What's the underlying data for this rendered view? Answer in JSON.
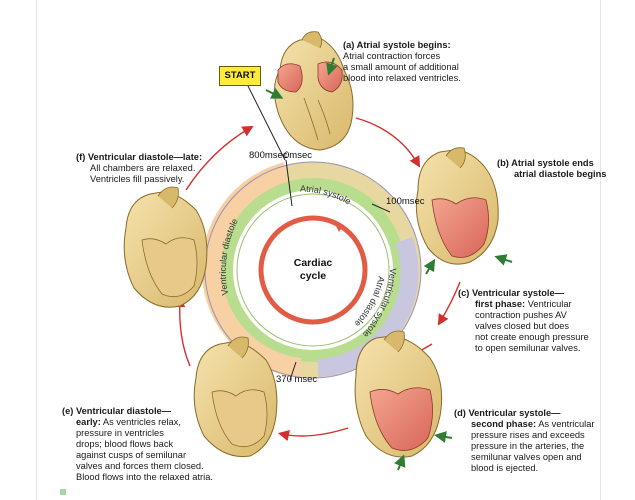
{
  "start_label": "START",
  "captions": {
    "a": {
      "head": "(a) Atrial systole begins:",
      "body": [
        "Atrial contraction forces",
        "a small amount of additional",
        "blood into relaxed ventricles."
      ]
    },
    "b": {
      "head": [
        "(b) Atrial systole ends",
        "atrial diastole begins"
      ]
    },
    "c": {
      "head": "(c) Ventricular systole—",
      "head2": "first phase:",
      "body": [
        "Ventricular",
        "contraction pushes AV",
        "valves closed but does",
        "not create enough pressure",
        "to open semilunar valves."
      ]
    },
    "d": {
      "head": "(d) Ventricular systole—",
      "head2": "second phase:",
      "body": [
        "As ventricular",
        "pressure rises and exceeds",
        "pressure in the arteries, the",
        "semilunar valves open and",
        "blood is ejected."
      ]
    },
    "e": {
      "head": "(e) Ventricular diastole—",
      "head2": "early:",
      "body": [
        "As ventricles relax,",
        "pressure in ventricles",
        "drops; blood flows back",
        "against cusps of semilunar",
        "valves and forces them closed.",
        "Blood flows into the relaxed atria."
      ]
    },
    "f": {
      "head": "(f) Ventricular diastole—late:",
      "body": [
        "All chambers are relaxed.",
        "Ventricles fill passively."
      ]
    }
  },
  "ticks": {
    "t800": [
      "800",
      "msec"
    ],
    "t0": [
      "0",
      "msec"
    ],
    "t100": [
      "100",
      "msec"
    ],
    "t370": "370 msec"
  },
  "ring": {
    "center_label": [
      "Cardiac",
      "cycle"
    ],
    "atrial_systole": "Atrial systole",
    "atrial_diastole": "Atrial diastole",
    "ventricular_systole": "Ventricular systole",
    "ventricular_diastole": "Ventricular diastole"
  },
  "colors": {
    "atrial_systole": "#e7d7a0",
    "atrial_diastole": "#b9dd8e",
    "ventricular_systole": "#c9c6df",
    "ventricular_diastole": "#f7d0a4",
    "center_ring": "#e15b45",
    "cycle_arrow": "#d32f2f",
    "heart_relaxed": "#efd59a",
    "heart_contracted": "#ec8d79",
    "start_fill": "#ffeb3b"
  },
  "icons": [
    "heart-illustration",
    "cycle-arrow",
    "green-arrow-icon"
  ]
}
